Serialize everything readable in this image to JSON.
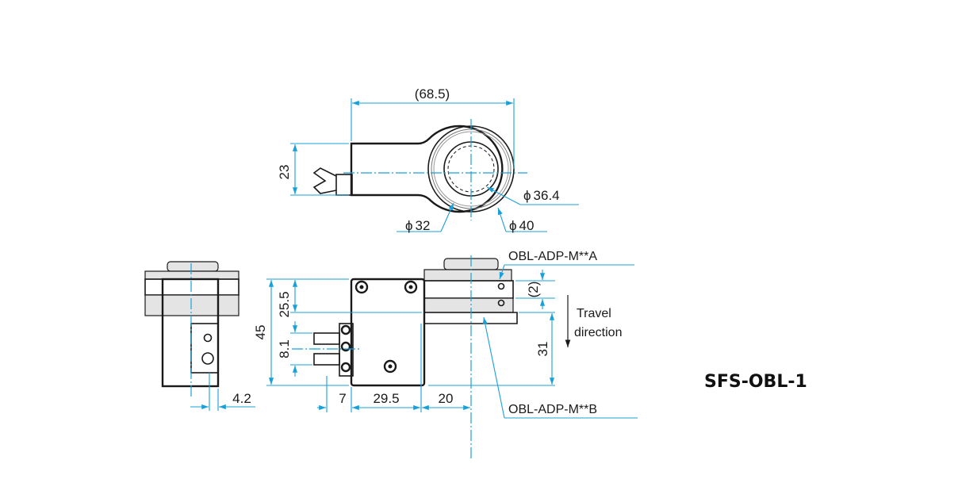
{
  "product": {
    "model": "SFS-OBL-1"
  },
  "dimensions": {
    "overall_length": "(68.5)",
    "body_height": "23",
    "dia_inner": "32",
    "dia_mid": "36.4",
    "dia_outer": "40",
    "height_total": "45",
    "height_upper": "25.5",
    "connector_height": "8.1",
    "side_offset": "4.2",
    "conn_length": "7",
    "body_length": "29.5",
    "flange_length": "20",
    "gap": "(2)",
    "lower_height": "31"
  },
  "symbols": {
    "phi": "ϕ"
  },
  "labels": {
    "adapter_a": "OBL-ADP-M**A",
    "adapter_b": "OBL-ADP-M**B",
    "travel_line1": "Travel",
    "travel_line2": "direction"
  },
  "colors": {
    "dimension_line": "#1aa0d8",
    "outline": "#1a1a1a"
  }
}
